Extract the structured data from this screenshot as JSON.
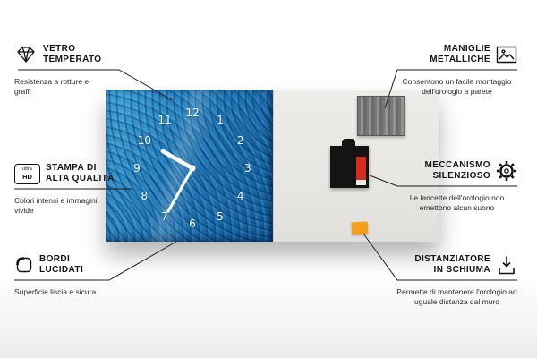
{
  "callouts": {
    "left": [
      {
        "icon": "diamond",
        "title": "VETRO TEMPERATO",
        "description": "Resistenza a rotture e graffi"
      },
      {
        "icon": "ultra-hd",
        "icon_top": "ultra",
        "icon_bottom": "HD",
        "title": "STAMPA DI ALTA QUALITÀ",
        "description": "Colori intensi e immagini vivide"
      },
      {
        "icon": "polished-edges",
        "title": "BORDI LUCIDATI",
        "description": "Superficie liscia e sicura"
      }
    ],
    "right": [
      {
        "icon": "wall-frame",
        "title": "MANIGLIE METALLICHE",
        "description": "Consentono un facile montaggio dell'orologio a parete"
      },
      {
        "icon": "gear",
        "title": "MECCANISMO SILENZIOSO",
        "description": "Le lancette dell'orologio non emettono alcun suono"
      },
      {
        "icon": "foam-spacer",
        "title": "DISTANZIATORE IN SCHIUMA",
        "description": "Permette di mantenere l'orologio ad uguale distanza dal muro"
      }
    ]
  },
  "product": {
    "clock_numbers": [
      "12",
      "1",
      "2",
      "3",
      "4",
      "5",
      "6",
      "7",
      "8",
      "9",
      "10",
      "11"
    ],
    "colors": {
      "face_blue": "#1f78b8",
      "back_gray": "#e7e6e2",
      "foam_orange": "#f59e1b",
      "mechanism_black": "#141414",
      "battery_red": "#d42b1f",
      "metal_gray": "#7d7d7d",
      "hands_white": "#ffffff"
    }
  }
}
